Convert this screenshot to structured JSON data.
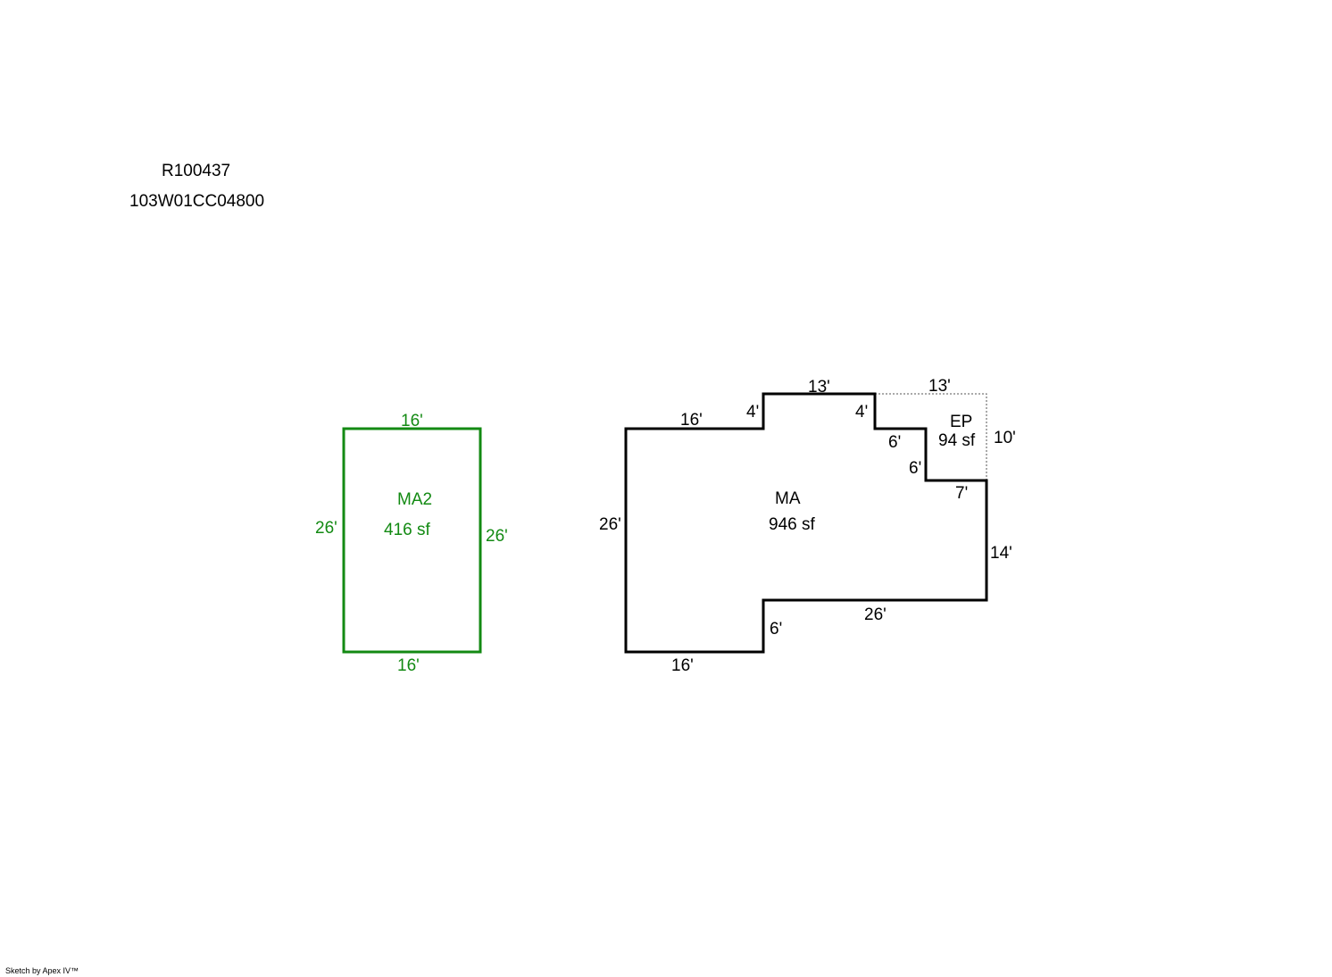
{
  "header": {
    "account": "R100437",
    "map_tax_lot": "103W01CC04800"
  },
  "footer": {
    "credit": "Sketch by Apex IV™"
  },
  "colors": {
    "ma2": "#138a13",
    "ma": "#000000",
    "ep": "#555555"
  },
  "areas": {
    "ma2": {
      "name": "MA2",
      "area": "416 sf",
      "dims": {
        "top": "16'",
        "bottom": "16'",
        "left": "26'",
        "right": "26'"
      }
    },
    "ma": {
      "name": "MA",
      "area": "946 sf",
      "dims": {
        "top_left": "16'",
        "step_up": "4'",
        "top": "13'",
        "step_down": "4'",
        "inner_top": "6'",
        "inner_side": "6'",
        "inner_bottom": "7'",
        "right": "14'",
        "bottom_right": "26'",
        "step_bottom": "6'",
        "bottom_left": "16'",
        "left": "26'"
      }
    },
    "ep": {
      "name": "EP",
      "area": "94 sf",
      "dims": {
        "top": "13'",
        "right": "10'"
      }
    }
  }
}
